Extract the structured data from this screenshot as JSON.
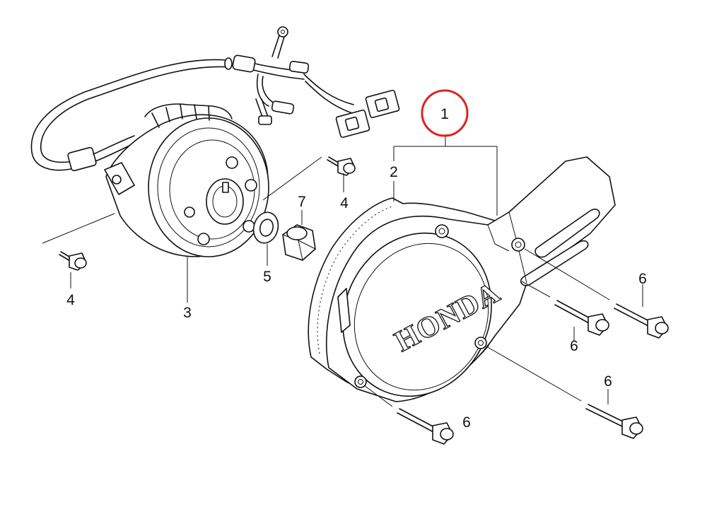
{
  "diagram": {
    "callouts": [
      {
        "id": "1",
        "text": "1",
        "highlighted": true
      },
      {
        "id": "2",
        "text": "2"
      },
      {
        "id": "3",
        "text": "3"
      },
      {
        "id": "4a",
        "text": "4"
      },
      {
        "id": "4b",
        "text": "4"
      },
      {
        "id": "5",
        "text": "5"
      },
      {
        "id": "6a",
        "text": "6"
      },
      {
        "id": "6b",
        "text": "6"
      },
      {
        "id": "6c",
        "text": "6"
      },
      {
        "id": "6d",
        "text": "6"
      },
      {
        "id": "7",
        "text": "7"
      }
    ],
    "cover_brand": "HONDA",
    "highlight_color": "#e02020",
    "line_color": "#111111",
    "parts": [
      "wire-harness",
      "stator-flywheel",
      "left-crankcase-cover",
      "cover-gasket",
      "washer",
      "nut",
      "flange-bolts"
    ]
  }
}
